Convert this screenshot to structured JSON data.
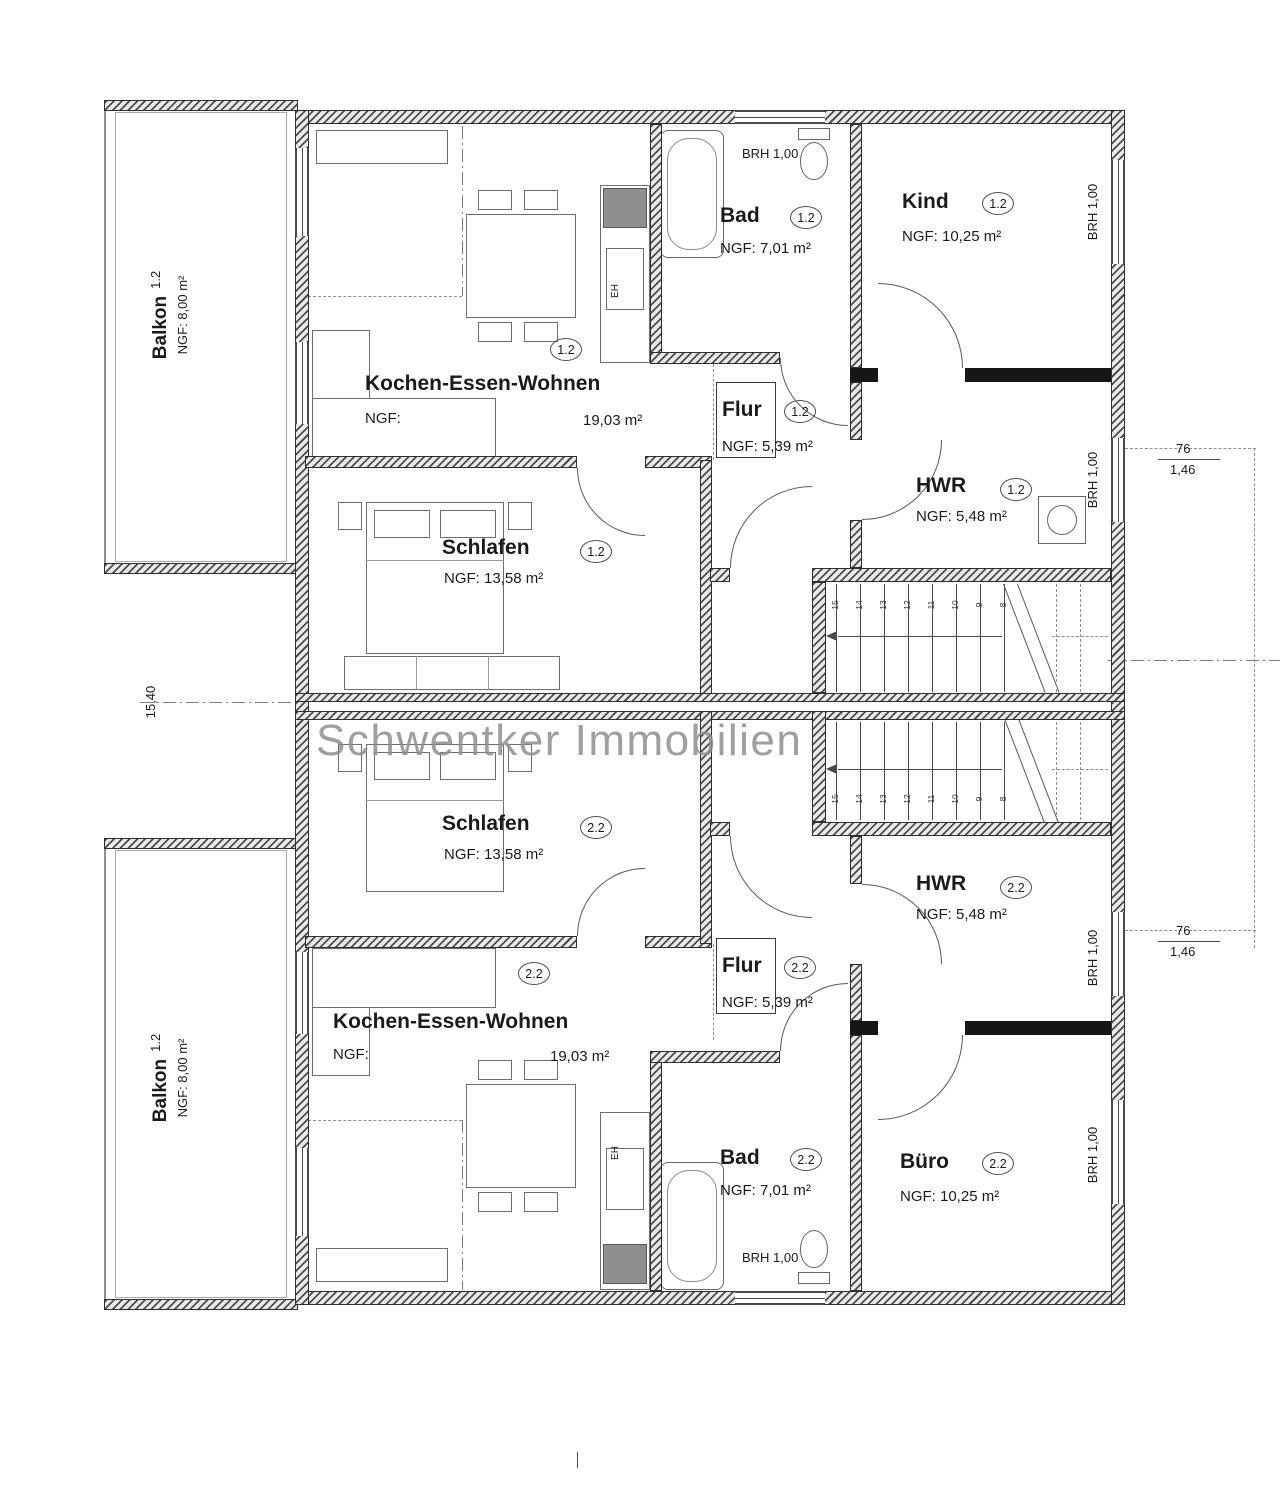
{
  "watermark": "Schwentker Immobilien",
  "dimensions": {
    "building_height": "15,40",
    "right_upper": {
      "width": "76",
      "depth": "1,46"
    },
    "right_lower": {
      "width": "76",
      "depth": "1,46"
    }
  },
  "labels": {
    "brh": "BRH 1,00",
    "eh": "EH"
  },
  "stairs": [
    "15",
    "14",
    "13",
    "12",
    "11",
    "10",
    "9",
    "8"
  ],
  "apt1": {
    "balkon": {
      "name": "Balkon",
      "unit": "1.2",
      "area": "NGF: 8,00 m²"
    },
    "kochen": {
      "name": "Kochen-Essen-Wohnen",
      "unit": "1.2",
      "ngf_label": "NGF:",
      "area_value": "19,03 m²"
    },
    "bad": {
      "name": "Bad",
      "unit": "1.2",
      "area": "NGF: 7,01 m²"
    },
    "kind": {
      "name": "Kind",
      "unit": "1.2",
      "area": "NGF: 10,25 m²"
    },
    "flur": {
      "name": "Flur",
      "unit": "1.2",
      "area": "NGF: 5,39 m²"
    },
    "hwr": {
      "name": "HWR",
      "unit": "1.2",
      "area": "NGF: 5,48 m²"
    },
    "schlafen": {
      "name": "Schlafen",
      "unit": "1.2",
      "area": "NGF: 13,58 m²"
    }
  },
  "apt2": {
    "balkon": {
      "name": "Balkon",
      "unit": "1.2",
      "area": "NGF: 8,00 m²"
    },
    "schlafen": {
      "name": "Schlafen",
      "unit": "2.2",
      "area": "NGF: 13,58 m²"
    },
    "kochen": {
      "name": "Kochen-Essen-Wohnen",
      "unit": "2.2",
      "ngf_label": "NGF:",
      "area_value": "19,03 m²"
    },
    "flur": {
      "name": "Flur",
      "unit": "2.2",
      "area": "NGF: 5,39 m²"
    },
    "hwr": {
      "name": "HWR",
      "unit": "2.2",
      "area": "NGF: 5,48 m²"
    },
    "bad": {
      "name": "Bad",
      "unit": "2.2",
      "area": "NGF: 7,01 m²"
    },
    "buero": {
      "name": "Büro",
      "unit": "2.2",
      "area": "NGF: 10,25 m²"
    }
  }
}
